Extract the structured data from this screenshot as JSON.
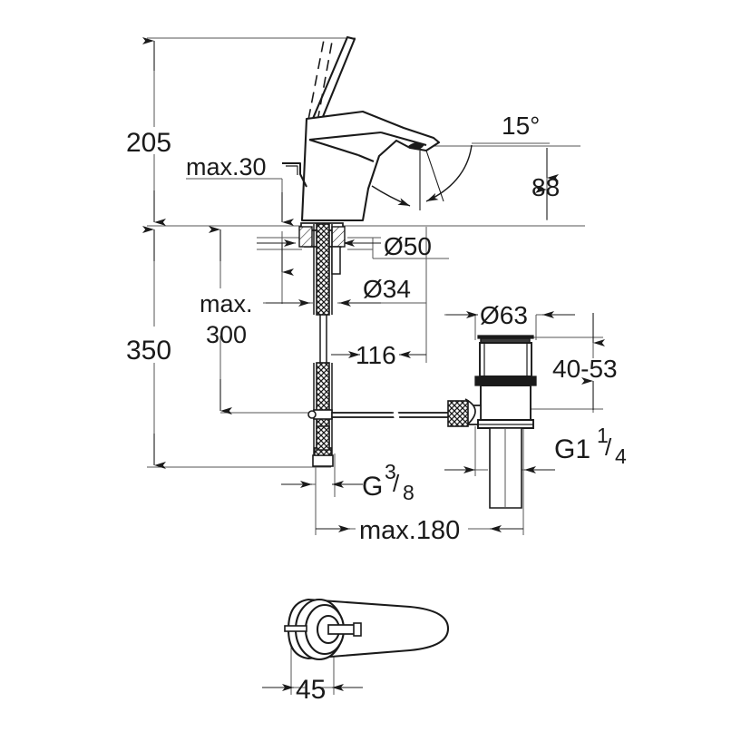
{
  "drawing": {
    "title": "Single-lever basin mixer dimensional drawing",
    "units": "mm",
    "line_color": "#1a1a1a",
    "background_color": "#ffffff"
  },
  "dimensions": {
    "height_total": "205",
    "spout_height": "88",
    "spout_angle": "15°",
    "max_thickness": "max.30",
    "depth_total": "350",
    "max_hose_label_line1": "max.",
    "max_hose_label_line2": "300",
    "hole_diameter_50": "Ø50",
    "shank_diameter_34": "Ø34",
    "spout_reach": "116",
    "drain_flange_diameter": "Ø63",
    "drain_range": "40-53",
    "supply_thread_prefix": "G",
    "supply_thread_num": "3",
    "supply_thread_den": "8",
    "drain_thread_prefix": "G1",
    "drain_thread_num": "1",
    "drain_thread_den": "4",
    "max_supply_length": "max.180",
    "handle_width": "45"
  },
  "views": {
    "main_elevation": "faucet-side-elevation",
    "drain_assembly": "pop-up-waste-assembly",
    "handle_plan": "lever-handle-top-view"
  }
}
